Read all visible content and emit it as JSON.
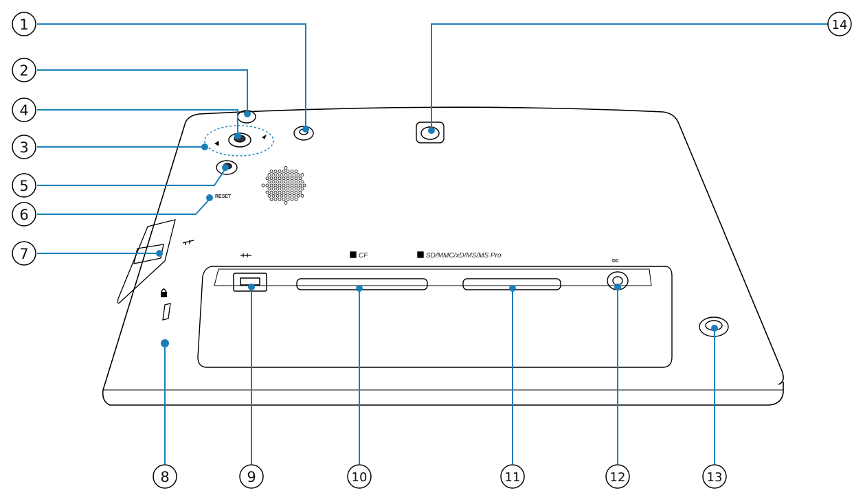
{
  "diagram": {
    "callouts": [
      "1",
      "2",
      "3",
      "4",
      "5",
      "6",
      "7",
      "8",
      "9",
      "10",
      "11",
      "12",
      "13",
      "14"
    ],
    "labels": {
      "cf_slot": "CF",
      "sd_slot": "SD/MMC/xD/MS/MS Pro",
      "dc": "DC",
      "reset": "RESET"
    },
    "colors": {
      "leader": "#1a7fb8",
      "outline": "#000000"
    }
  }
}
